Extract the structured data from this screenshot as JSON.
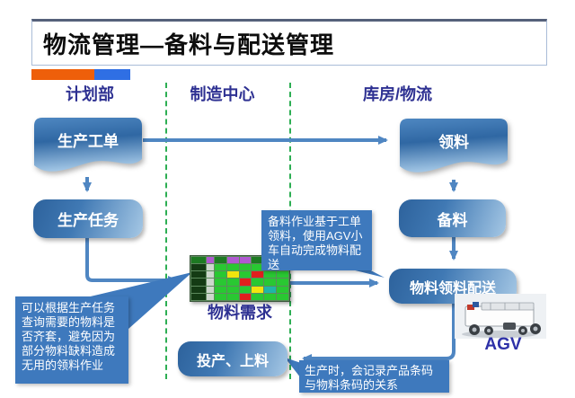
{
  "title": "物流管理—备料与配送管理",
  "lanes": {
    "planning": "计划部",
    "manufacturing": "制造中心",
    "warehouse": "库房/物流"
  },
  "nodes": {
    "production_work_order": "生产工单",
    "production_task": "生产任务",
    "material_picking": "领料",
    "material_preparation": "备料",
    "picking_distribution": "物料领料配送",
    "material_demand_label": "物料需求",
    "start_loading": "投产、上料",
    "agv_label": "AGV"
  },
  "callouts": {
    "prep_based_on_order": "备料作业基于工单领料，使用AGV小车自动完成物料配送",
    "kit_check": "可以根据生产任务查询需要的物料是否齐套，避免因为部分物料缺料造成无用的领料作业",
    "barcode_link": "生产时，会记录产品条码与物料条码的关系"
  },
  "colors": {
    "accent_orange": "#ee5f0a",
    "accent_blue": "#2f6fe4",
    "lane_text": "#2e3192",
    "lane_separator_green": "#2dae53",
    "node_gradient_dark": "#2d629c",
    "node_gradient_light": "#a6c8e5",
    "connector_blue": "#4f86c2",
    "callout_blue": "#3e79bd"
  },
  "demand_grid": {
    "palette": {
      "g": "#29c832",
      "r": "#e11e1e",
      "y": "#f2e50e",
      "t": "#1fb6a8",
      "dg": "#1d7a22",
      "pu": "#b05ad0",
      "lb": "#143b14",
      "lt": "#cdd7cd"
    },
    "header": [
      "dg",
      "pu",
      "dg",
      "pu",
      "pu",
      "dg",
      "pu",
      "pu"
    ],
    "rows": [
      [
        "lb",
        "lt",
        "g",
        "g",
        "g",
        "g",
        "g",
        "r"
      ],
      [
        "lb",
        "lt",
        "g",
        "y",
        "g",
        "r",
        "g",
        "g"
      ],
      [
        "lb",
        "lt",
        "g",
        "g",
        "r",
        "g",
        "g",
        "g"
      ],
      [
        "lb",
        "lt",
        "g",
        "g",
        "g",
        "y",
        "t",
        "g"
      ],
      [
        "lb",
        "lt",
        "g",
        "g",
        "r",
        "g",
        "g",
        "g"
      ]
    ]
  }
}
